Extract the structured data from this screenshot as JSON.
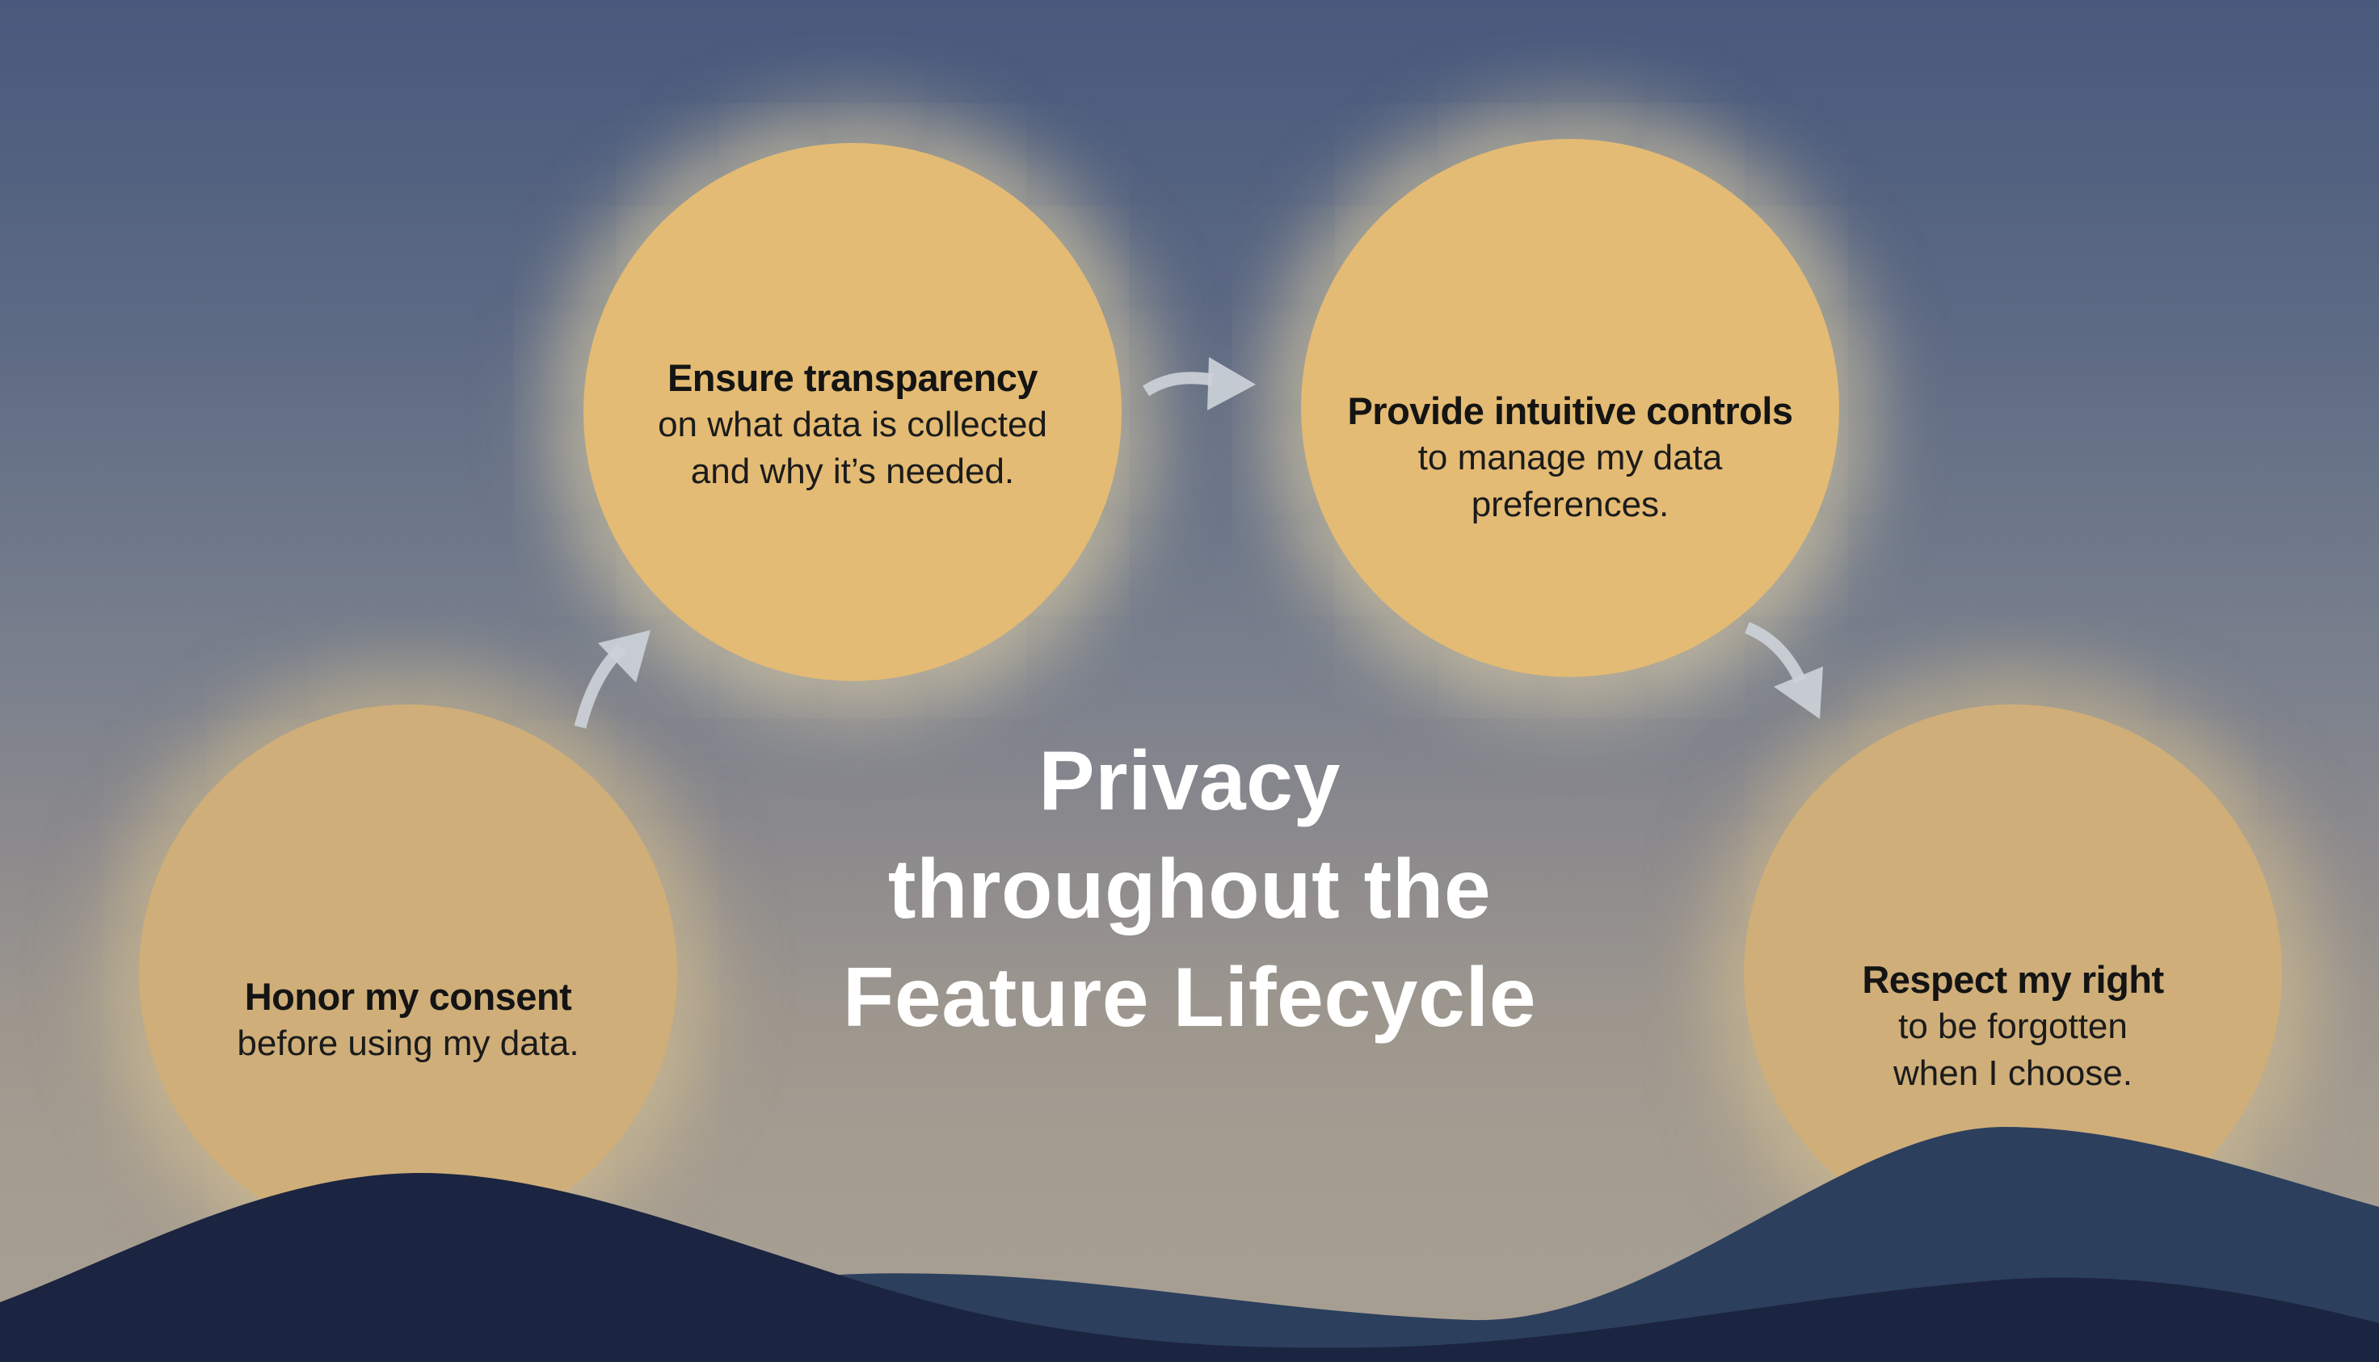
{
  "title": {
    "line1": "Privacy",
    "line2": "throughout the",
    "line3": "Feature Lifecycle"
  },
  "circles": [
    {
      "id": "honor-consent",
      "heading": "Honor my consent",
      "body1": "before using my data.",
      "body2": ""
    },
    {
      "id": "ensure-transparency",
      "heading": "Ensure transparency",
      "body1": "on what data is collected",
      "body2": "and why it’s needed."
    },
    {
      "id": "intuitive-controls",
      "heading": "Provide intuitive controls",
      "body1": "to manage my data",
      "body2": "preferences."
    },
    {
      "id": "right-forgotten",
      "heading": "Respect my right",
      "body1": "to be forgotten",
      "body2": "when I choose."
    }
  ],
  "icons": [
    {
      "name": "curved-arrow-up-right-icon"
    },
    {
      "name": "curved-arrow-right-icon"
    },
    {
      "name": "curved-arrow-down-right-icon"
    }
  ],
  "colors": {
    "circle_top": "#e4bb74",
    "circle_bottom": "#cfae79",
    "circle_glow": "#f8e2ad",
    "sky_top": "#49597d",
    "sky_bottom": "#a89f93",
    "wave_back": "#2c3f5d",
    "wave_front": "#1b2440",
    "arrow": "#ccd1d8",
    "title_text": "#ffffff",
    "circle_text": "#141414"
  }
}
